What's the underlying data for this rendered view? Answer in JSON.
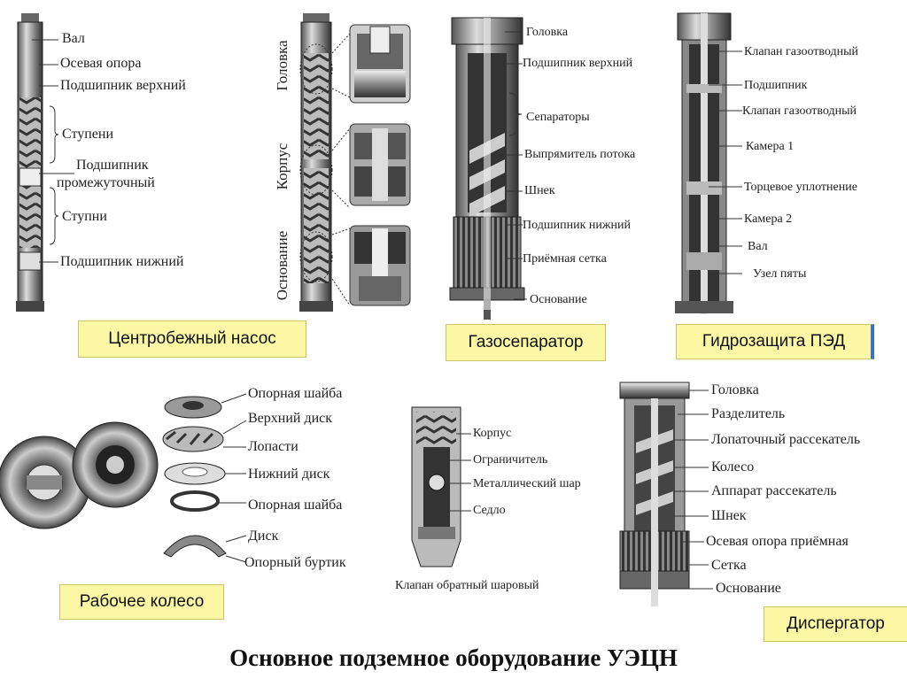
{
  "title": "Основное подземное оборудование УЭЦН",
  "captions": {
    "pump": "Центробежный насос",
    "gas_separator": "Газосепаратор",
    "protector": "Гидрозащита ПЭД",
    "impeller": "Рабочее колесо",
    "dispergator": "Диспергатор"
  },
  "pump": {
    "labels": [
      "Вал",
      "Осевая опора",
      "Подшипник верхний",
      "Ступени",
      "Подшипник",
      "промежуточный",
      "Ступни",
      "Подшипник нижний"
    ]
  },
  "sections": {
    "labels": [
      "Головка",
      "Корпус",
      "Основание"
    ]
  },
  "gas_separator": {
    "labels": [
      "Головка",
      "Подшипник верхний",
      "Сепараторы",
      "Выпрямитель потока",
      "Шнек",
      "Подшипник нижний",
      "Приёмная сетка",
      "Основание"
    ]
  },
  "protector": {
    "labels": [
      "Клапан газоотводный",
      "Подшипник",
      "Клапан газоотводный",
      "Камера 1",
      "Торцевое уплотнение",
      "Камера 2",
      "Вал",
      "Узел пяты"
    ]
  },
  "impeller": {
    "labels": [
      "Опорная шайба",
      "Верхний диск",
      "Лопасти",
      "Нижний диск",
      "Опорная шайба",
      "Диск",
      "Опорный буртик"
    ]
  },
  "check_valve": {
    "labels": [
      "Корпус",
      "Ограничитель",
      "Металлический шар",
      "Седло"
    ],
    "caption": "Клапан обратный шаровый"
  },
  "dispergator": {
    "labels": [
      "Головка",
      "Разделитель",
      "Лопаточный рассекатель",
      "Колесо",
      "Аппарат рассекатель",
      "Шнек",
      "Осевая опора приёмная",
      "Сетка",
      "Основание"
    ]
  }
}
